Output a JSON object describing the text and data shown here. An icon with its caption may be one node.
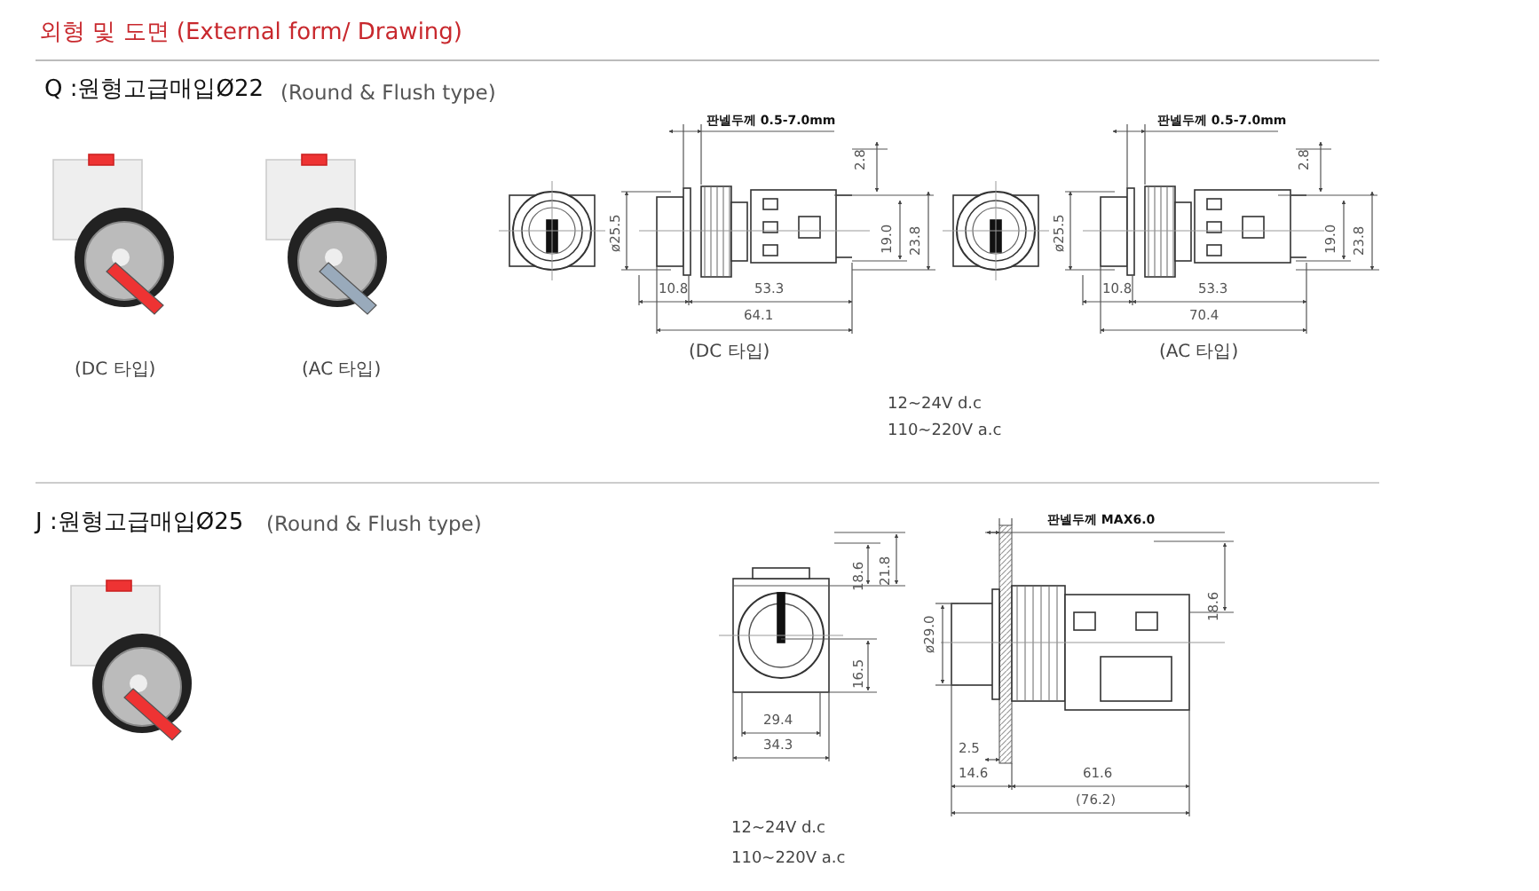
{
  "diagram": {
    "title": "외형 및 도면 (External form/ Drawing)",
    "labels": [
      "Q :원형고급매입Ø22",
      "(Round & Flush type)",
      "(DC 타입)",
      "(AC 타입)",
      "판넬두께 0.5-7.0mm",
      "2.8",
      "ø25.5",
      "19.0",
      "23.8",
      "10.8",
      "53.3",
      "64.1",
      "(DC 타입)",
      "판넬두께 0.5-7.0mm",
      "2.8",
      "ø25.5",
      "19.0",
      "23.8",
      "10.8",
      "53.3",
      "70.4",
      "(AC 타입)",
      "12~24V d.c",
      "110~220V a.c",
      "J :원형고급매입Ø25",
      "(Round & Flush type)",
      "18.6",
      "21.8",
      "16.5",
      "29.4",
      "34.3",
      "판넬두께 MAX6.0",
      "18.6",
      "ø29.0",
      "2.5",
      "14.6",
      "61.6",
      "(76.2)",
      "12~24V d.c",
      "110~220V a.c"
    ]
  }
}
